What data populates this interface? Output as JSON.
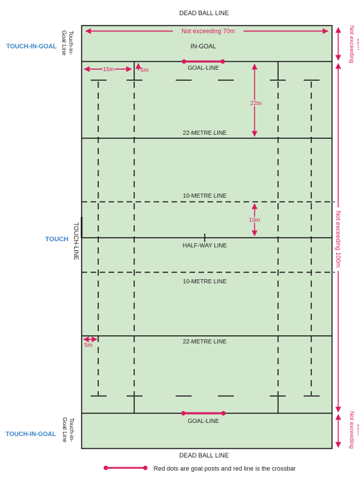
{
  "labels": {
    "dead_ball_line": "DEAD BALL LINE",
    "in_goal": "IN-GOAL",
    "goal_line": "GOAL-LINE",
    "twenty_two": "22-METRE LINE",
    "ten_metre": "10-METRE LINE",
    "half_way": "HALF-WAY LINE",
    "touch_in_goal": "TOUCH-IN-GOAL",
    "touch_in_goal_line_a": "Touch-in-",
    "touch_in_goal_line_b": "Goal Line",
    "touch": "TOUCH",
    "touch_line": "TOUCH-LINE"
  },
  "measurements": {
    "width": "Not exceeding 70m",
    "in_goal_depth_a": "Not exceeding",
    "in_goal_depth_b": "22m",
    "length": "Not exceeding 100m",
    "m15": "15m",
    "m5": "5m",
    "m22": "22m",
    "m10": "10m"
  },
  "legend": {
    "text": "Red dots are goal posts and red line is the crossbar"
  },
  "colors": {
    "field": "#d2e8cd",
    "line": "#1a1a1a",
    "accent": "#d81b60",
    "label_blue": "#3a83c9"
  }
}
